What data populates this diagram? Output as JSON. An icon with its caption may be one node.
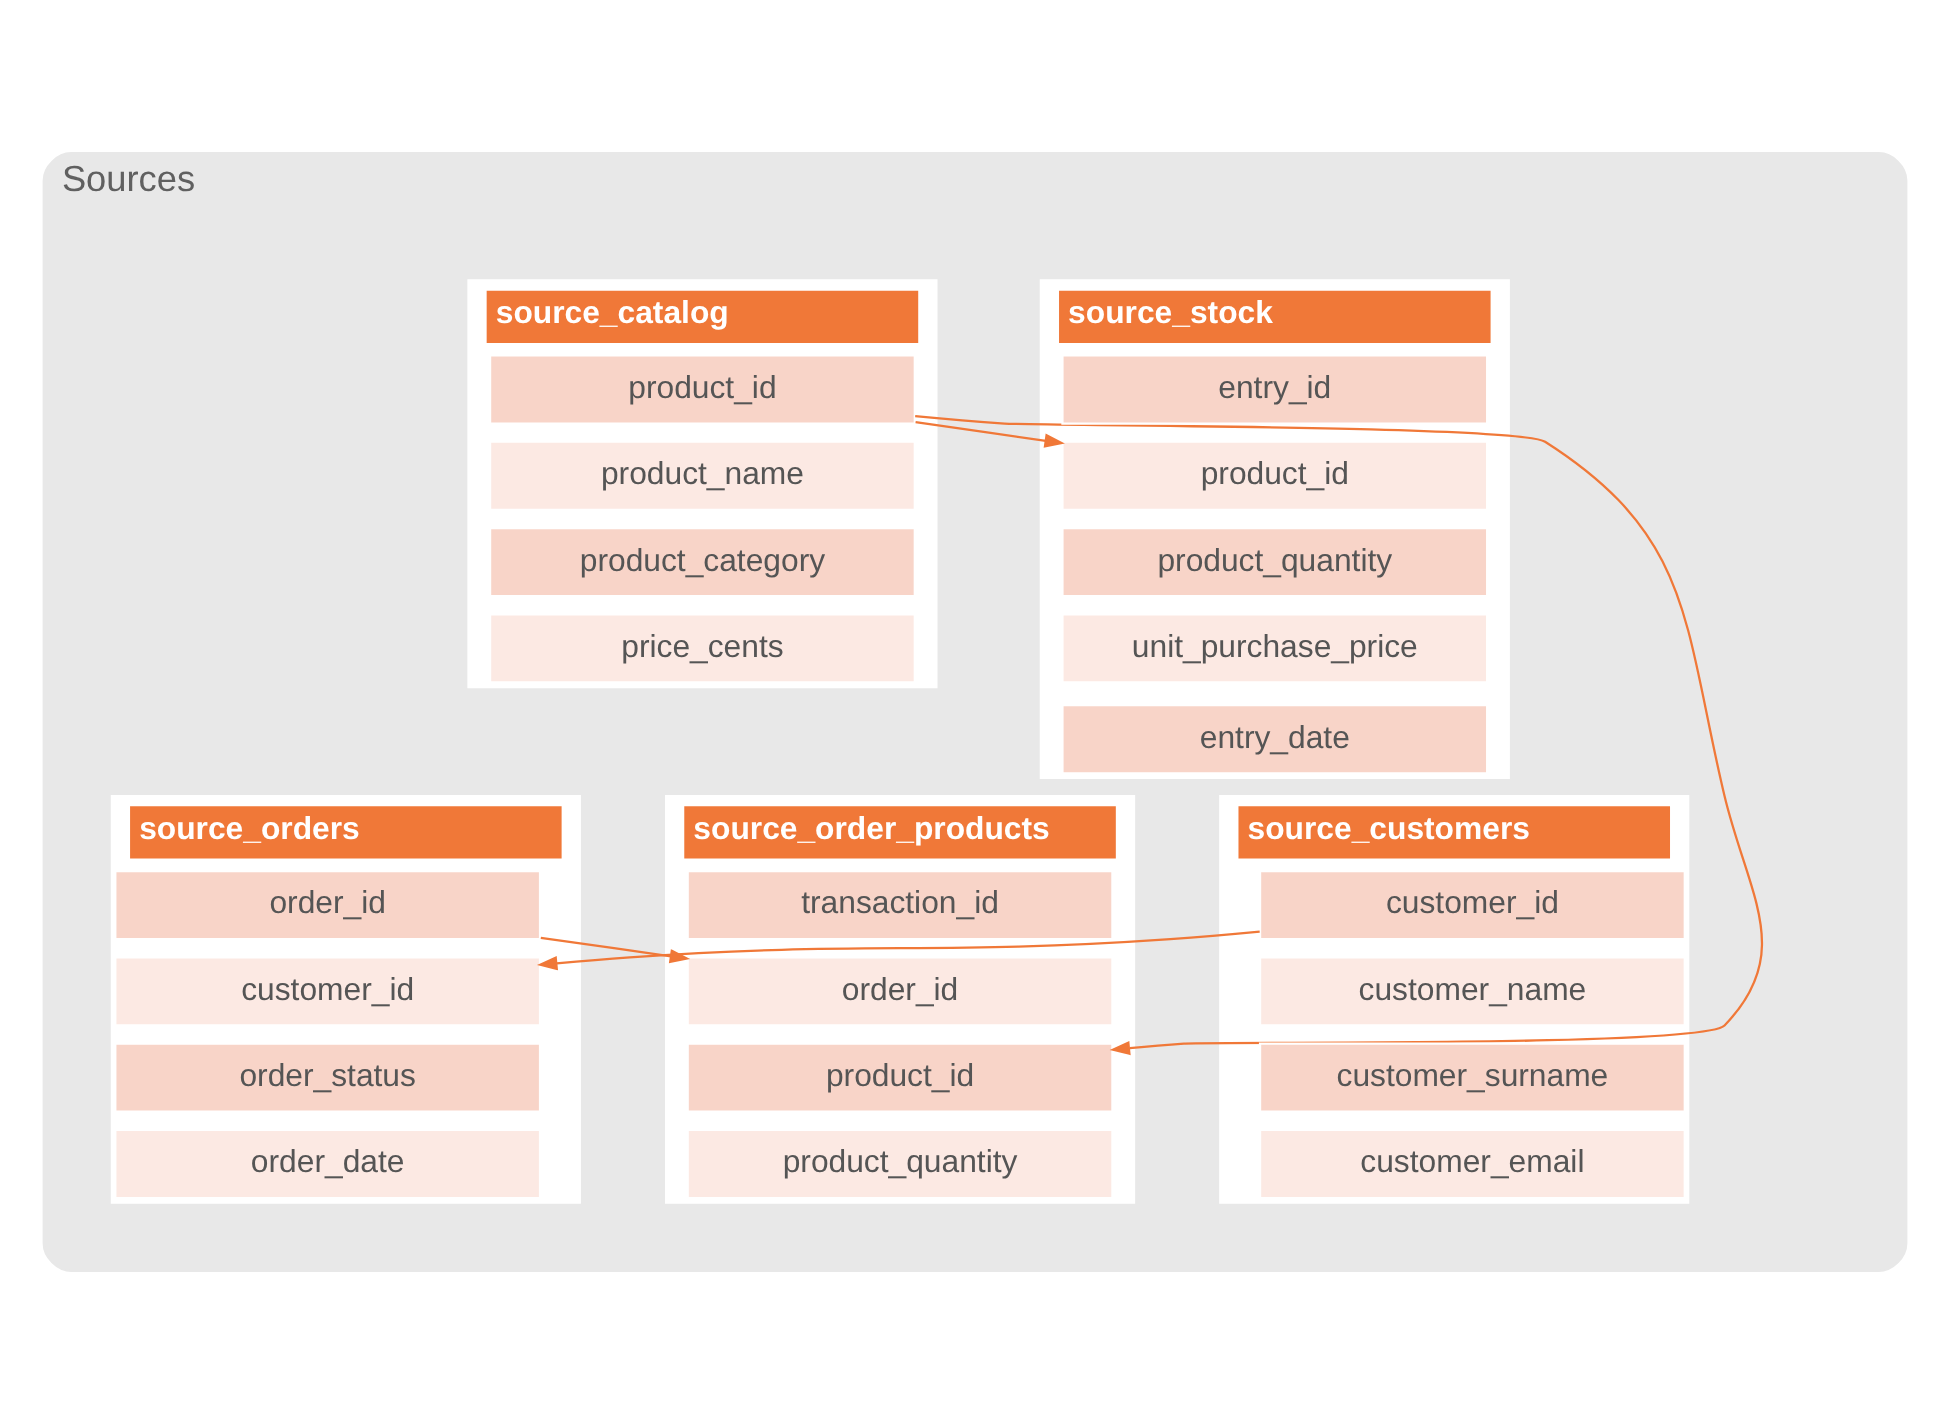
{
  "diagram": {
    "nodes": [
      {
        "text": [
          "Sources"
        ]
      },
      {
        "text": [
          "source_catalog"
        ],
        "in": 0
      },
      {
        "text": [
          "product_id"
        ],
        "in": 1
      },
      {
        "text": [
          "product_name"
        ],
        "in": 1
      },
      {
        "text": [
          "product_category"
        ],
        "in": 1
      },
      {
        "text": [
          "price_cents"
        ],
        "in": 1
      },
      {
        "text": [
          "source_stock"
        ],
        "in": 0
      },
      {
        "text": [
          "entry_id"
        ],
        "in": 6
      },
      {
        "text": [
          "product_id"
        ],
        "in": 6
      },
      {
        "text": [
          "product_quantity"
        ],
        "in": 6
      },
      {
        "text": [
          "unit_purchase_price"
        ],
        "in": 6
      },
      {
        "text": [
          "entry_date"
        ],
        "in": 6
      },
      {
        "text": [
          "source_customers"
        ],
        "in": 0
      },
      {
        "text": [
          "customer_id"
        ],
        "in": 12
      },
      {
        "text": [
          "customer_name"
        ],
        "in": 12
      },
      {
        "text": [
          "customer_surname"
        ],
        "in": 12
      },
      {
        "text": [
          "customer_email"
        ],
        "in": 12
      },
      {
        "text": [
          "source_orders"
        ],
        "in": 0
      },
      {
        "text": [
          "order_id"
        ],
        "in": 17
      },
      {
        "text": [
          "customer_id"
        ],
        "in": 17
      },
      {
        "text": [
          "order_status"
        ],
        "in": 17
      },
      {
        "text": [
          "order_date"
        ],
        "in": 17
      },
      {
        "text": [
          "source_order_products"
        ],
        "in": 0
      },
      {
        "text": [
          "transaction_id"
        ],
        "in": 22
      },
      {
        "text": [
          "order_id"
        ],
        "in": 22
      },
      {
        "text": [
          "product_id"
        ],
        "in": 22
      },
      {
        "text": [
          "product_quantity"
        ],
        "in": 22
      }
    ],
    "edges": [
      {
        "from": 2,
        "to": 8,
        "arrow": "to"
      },
      {
        "from": 13,
        "to": 19,
        "arrow": "to"
      },
      {
        "from": 18,
        "to": 24,
        "arrow": "to"
      },
      {
        "from": 2,
        "to": 25,
        "arrow": "to"
      }
    ]
  }
}
